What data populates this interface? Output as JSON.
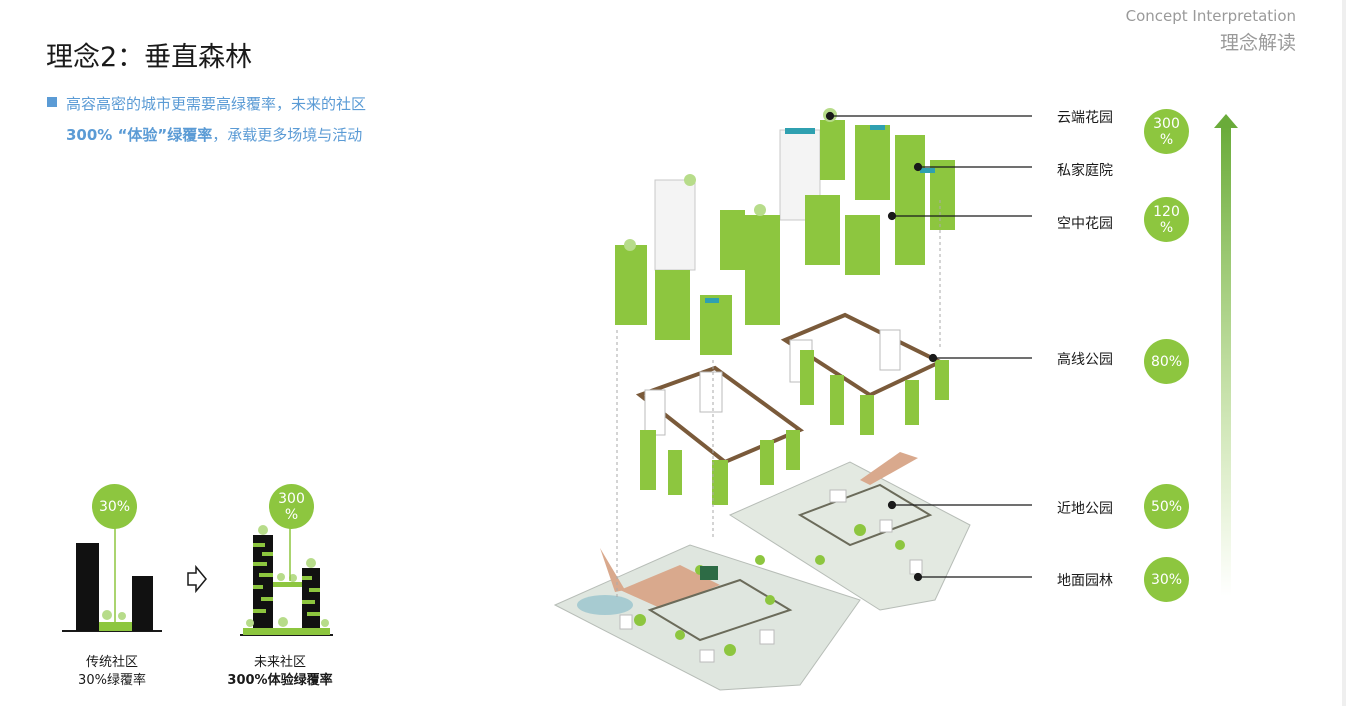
{
  "header": {
    "en": "Concept Interpretation",
    "cn": "理念解读"
  },
  "title": "理念2：垂直森林",
  "subtitle": {
    "line1": "高容高密的城市更需要高绿覆率，未来的社区",
    "line2_bold": "300% “体验”绿覆率",
    "line2_rest": "，承载更多场境与活动"
  },
  "comparison": {
    "traditional": {
      "badge": "30%",
      "caption1": "传统社区",
      "caption2": "30%绿覆率"
    },
    "future": {
      "badge": "300 %",
      "caption1": "未来社区",
      "caption2": "300%体验绿覆率"
    }
  },
  "levels": [
    {
      "label": "云端花园",
      "rate": "300 %"
    },
    {
      "label": "私家庭院",
      "rate": ""
    },
    {
      "label": "空中花园",
      "rate": "120 %"
    },
    {
      "label": "高线公园",
      "rate": "80%"
    },
    {
      "label": "近地公园",
      "rate": "50%"
    },
    {
      "label": "地面园林",
      "rate": "30%"
    }
  ],
  "colors": {
    "accent": "#8dc63f",
    "blue": "#5b9bd5",
    "text": "#1a1a1a"
  },
  "icons": [
    "arrow-right-icon",
    "arrow-up-icon"
  ]
}
